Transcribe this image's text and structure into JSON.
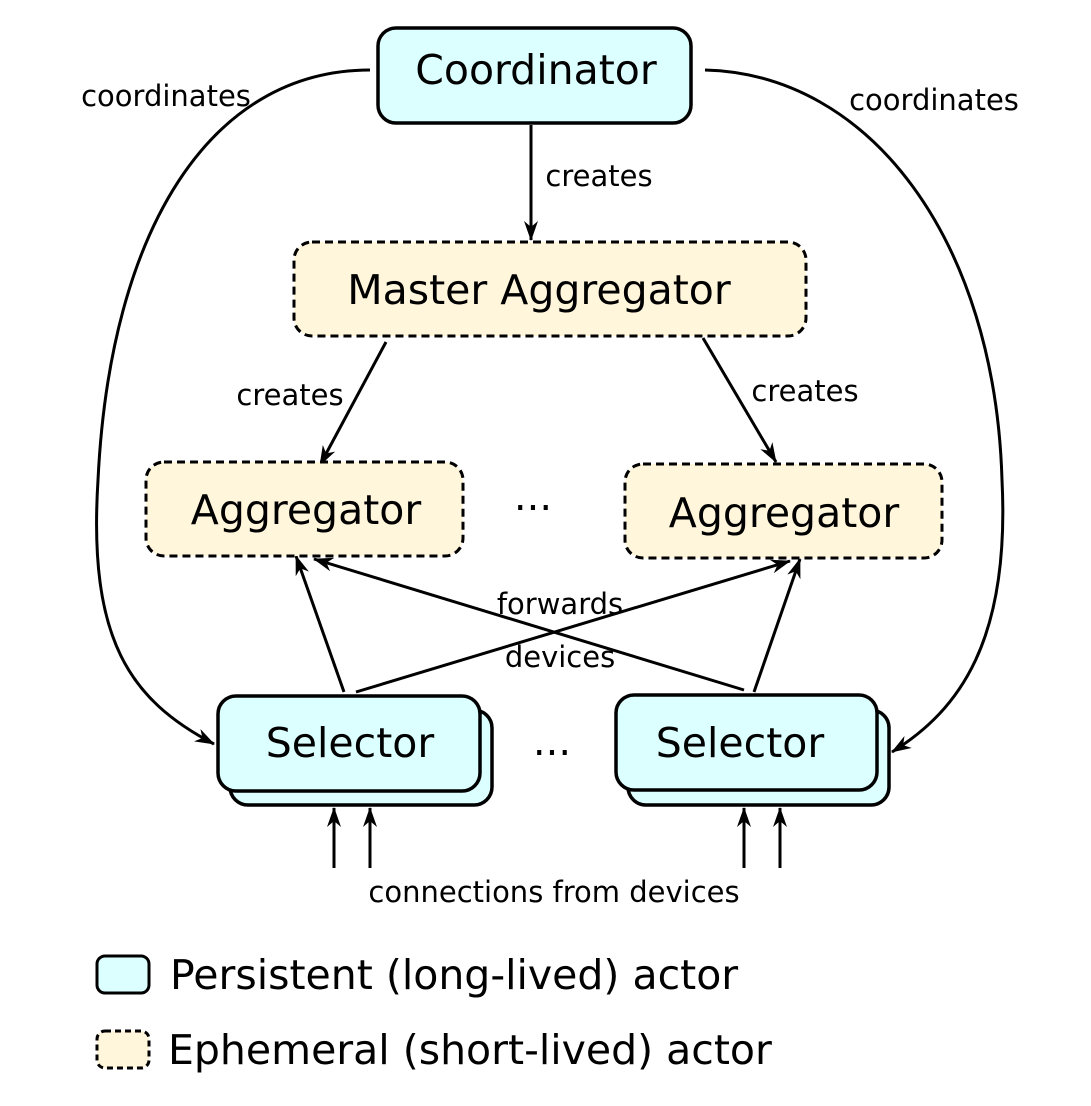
{
  "colors": {
    "persistent_fill": "#dcffff",
    "ephemeral_fill": "#fff6dc",
    "stroke": "#000000"
  },
  "nodes": {
    "coordinator": "Coordinator",
    "master_aggregator": "Master Aggregator",
    "aggregator_left": "Aggregator",
    "aggregator_right": "Aggregator",
    "selector_left": "Selector",
    "selector_right": "Selector"
  },
  "ellipsis": "...",
  "edges": {
    "coordinates_left": "coordinates",
    "coordinates_right": "coordinates",
    "creates_master": "creates",
    "creates_left": "creates",
    "creates_right": "creates",
    "forwards_line1": "forwards",
    "forwards_line2": "devices",
    "connections": "connections from devices"
  },
  "legend": {
    "persistent": "Persistent (long-lived) actor",
    "ephemeral": "Ephemeral (short-lived) actor"
  }
}
